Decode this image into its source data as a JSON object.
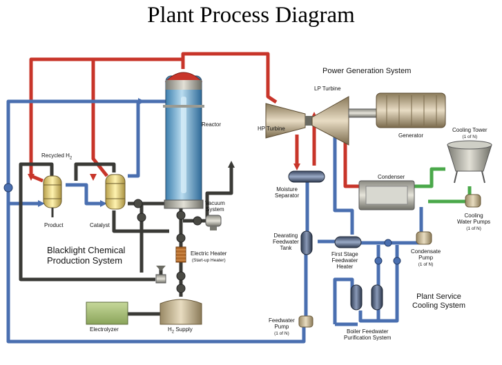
{
  "title": "Plant Process Diagram",
  "sections": {
    "power": "Power Generation System",
    "chem_line1": "Blacklight Chemical",
    "chem_line2": "Production System",
    "service_line1": "Plant Service",
    "service_line2": "Cooling System"
  },
  "labels": {
    "reactor": "Reactor",
    "recycled_h2": "Recycled H",
    "recycled_h2_sub": "2",
    "product": "Product",
    "catalyst": "Catalyst",
    "vacuum_1": "Vacuum",
    "vacuum_2": "System",
    "heater_1": "Electric Heater",
    "heater_2": "(Start-up Heater)",
    "electrolyzer": "Electrolyzer",
    "h2_supply": "H",
    "h2_supply_sub": "2",
    "h2_supply_rest": " Supply",
    "hp_turbine": "HP Turbine",
    "lp_turbine": "LP Turbine",
    "generator": "Generator",
    "cooling_tower_1": "Cooling Tower",
    "cooling_tower_2": "(1 of N)",
    "condenser": "Condenser",
    "moisture_1": "Moisture",
    "moisture_2": "Separator",
    "cw_pumps_1": "Cooling",
    "cw_pumps_2": "Water Pumps",
    "cw_pumps_3": "(1 of N)",
    "deaerating_1": "Dearating",
    "deaerating_2": "Feedwater",
    "deaerating_3": "Tank",
    "first_stage_1": "First Stage",
    "first_stage_2": "Feedwater",
    "first_stage_3": "Heater",
    "condensate_1": "Condensate",
    "condensate_2": "Pump",
    "condensate_3": "(1 of N)",
    "feedwater_1": "Feedwater",
    "feedwater_2": "Pump",
    "feedwater_3": "(1 of N)",
    "boiler_1": "Boiler Feedwater",
    "boiler_2": "Purification System"
  },
  "colors": {
    "steam_red": "#c8352a",
    "water_blue": "#4a6fb0",
    "dark_pipe": "#3a3a36",
    "cooling_green": "#4aa84a",
    "reactor_blue": "#6aaad0"
  }
}
